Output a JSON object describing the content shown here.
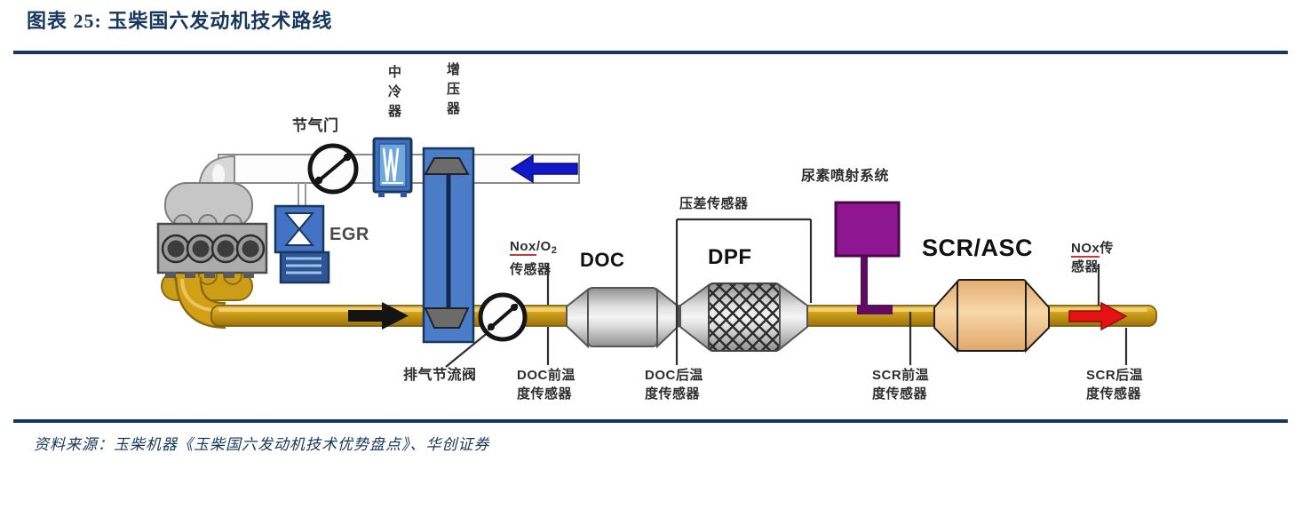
{
  "header": {
    "title": "图表 25:  玉柴国六发动机技术路线"
  },
  "footer": {
    "source": "资料来源：玉柴机器《玉柴国六发动机技术优势盘点》、华创证券"
  },
  "labels": {
    "throttle": "节气门",
    "intercooler": "中冷器",
    "turbocharger": "增压器",
    "egr": "EGR",
    "exhaust_throttle_valve": "排气节流阀",
    "nox_o2": {
      "u": "Nox",
      "rest": "/O",
      "sub": "2",
      "line2": "传感器"
    },
    "doc": "DOC",
    "doc_front_temp": "DOC前温\n度传感器",
    "doc_rear_temp": "DOC后温\n度传感器",
    "diff_pressure": "压差传感器",
    "dpf": "DPF",
    "urea": "尿素喷射系统",
    "scr_front_temp": "SCR前温\n度传感器",
    "scr_asc": "SCR/ASC",
    "nox": {
      "u": "NOx",
      "rest": "传",
      "line2": "感器"
    },
    "scr_rear_temp": "SCR后温\n度传感器"
  },
  "icons": {
    "intake_flow_arrow": "blue-left-arrow",
    "exhaust_flow_arrow": "black-right-arrow",
    "tailpipe_flow_arrow": "red-right-arrow"
  },
  "colors": {
    "accent_navy": "#17375E",
    "pipe_yellow": "#D2A017",
    "component_blue": "#4472C4",
    "urea_purple": "#8E1690",
    "scr_tan": "#F2C894",
    "arrow_red": "#E31313",
    "arrow_blue": "#1318C8"
  }
}
